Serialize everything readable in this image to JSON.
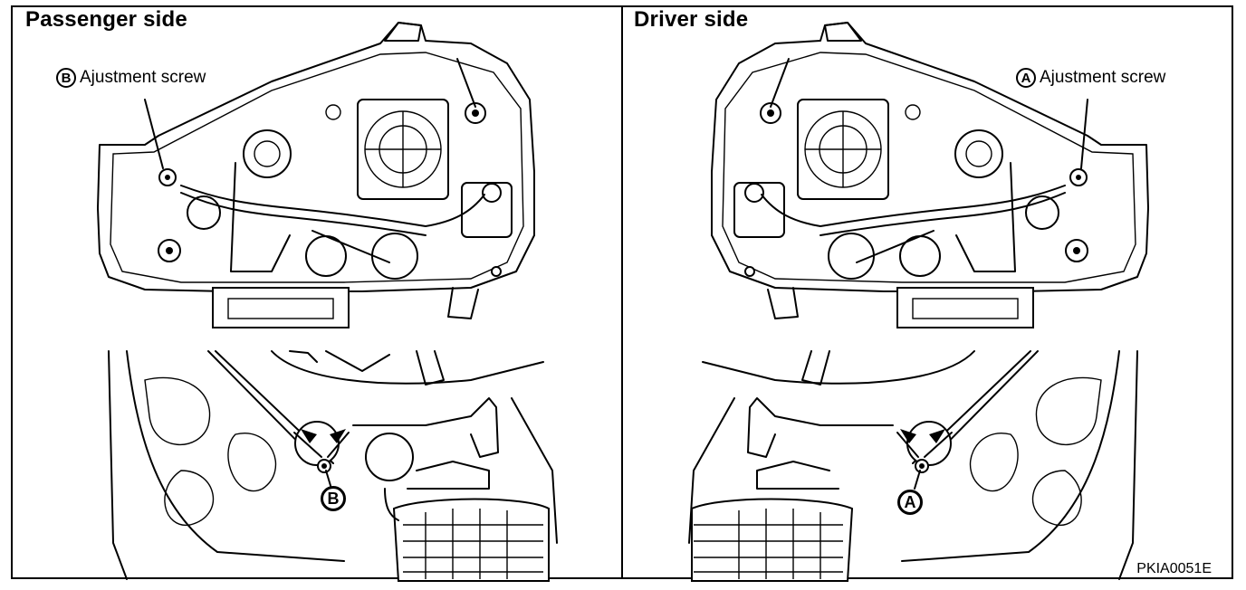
{
  "panels": {
    "left": {
      "title": "Passenger side",
      "callout_letter": "B",
      "callout_text": "Ajustment screw"
    },
    "right": {
      "title": "Driver side",
      "callout_letter": "A",
      "callout_text": "Ajustment screw"
    }
  },
  "lower_badges": {
    "left": "B",
    "right": "A"
  },
  "reference_code": "PKIA0051E"
}
